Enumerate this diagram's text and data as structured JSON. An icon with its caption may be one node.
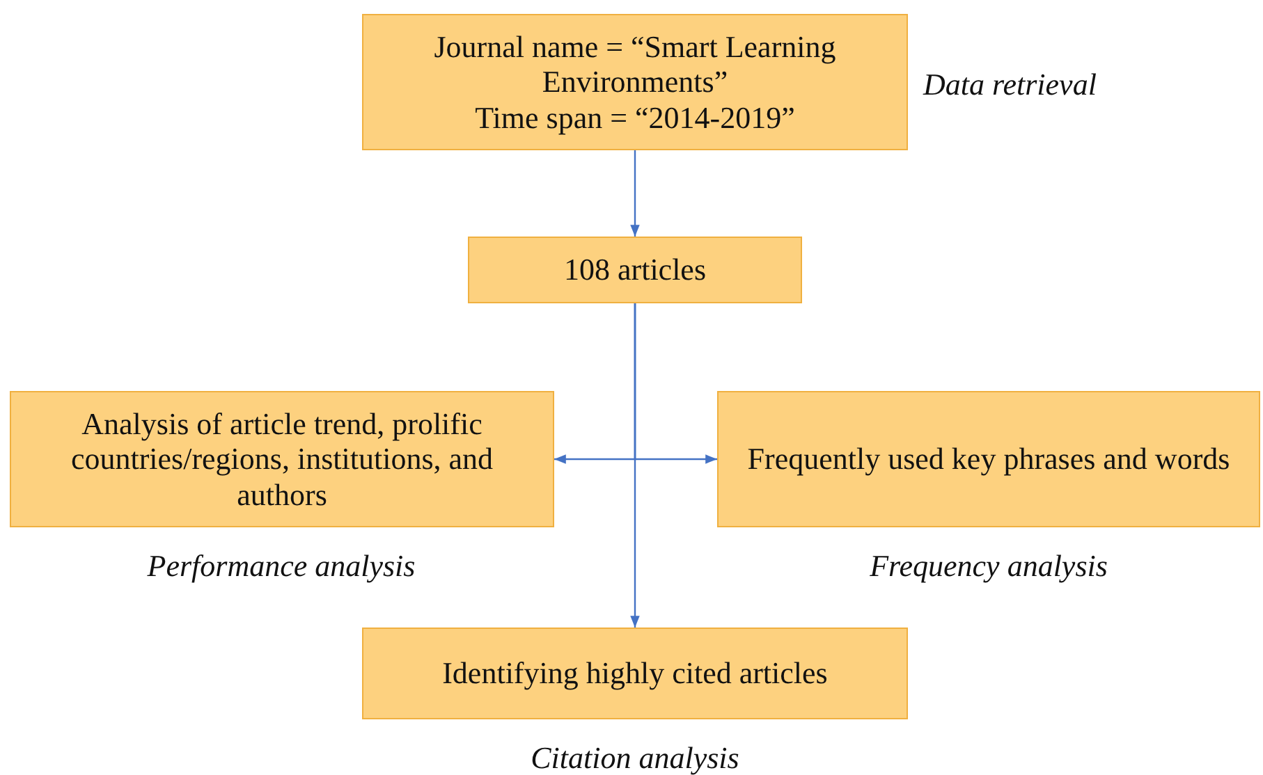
{
  "diagram": {
    "nodes": [
      {
        "text": [
          "Journal name = “Smart Learning Environments”",
          "Time span = “2014-2019”"
        ],
        "beside": [
          "Data retrieval"
        ]
      },
      {
        "text": [
          "108 articles"
        ]
      },
      {
        "text": [
          "Analysis of article trend, prolific countries/regions, institutions, and authors"
        ],
        "beside": [
          "Performance analysis"
        ]
      },
      {
        "text": [
          "Frequently used key phrases and words"
        ],
        "beside": [
          "Frequency analysis"
        ]
      },
      {
        "text": [
          "Identifying highly cited articles"
        ],
        "beside": [
          "Citation analysis"
        ]
      }
    ],
    "edges": [
      {
        "from": 0,
        "to": 1,
        "arrow": "to"
      },
      {
        "from": 1,
        "to": 2,
        "arrow": "to"
      },
      {
        "from": 1,
        "to": 3,
        "arrow": "to"
      },
      {
        "from": 1,
        "to": 4,
        "arrow": "to"
      }
    ]
  }
}
